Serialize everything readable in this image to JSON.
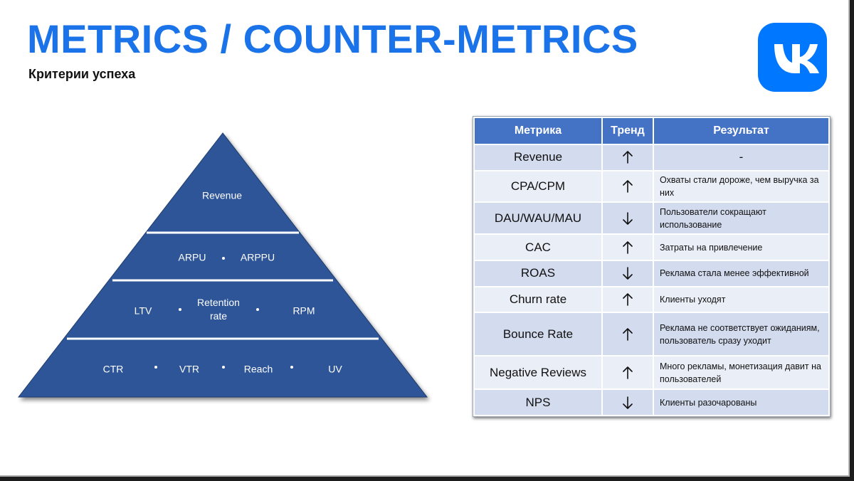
{
  "title": "METRICS / COUNTER-METRICS",
  "subtitle": "Критерии успеха",
  "logo": {
    "icon": "vk-logo-icon",
    "color": "#0077ff"
  },
  "pyramid": {
    "color": "#2f5597",
    "tiers": [
      {
        "items": [
          "Revenue"
        ]
      },
      {
        "items": [
          "ARPU",
          "ARPPU"
        ]
      },
      {
        "items": [
          "LTV",
          "Retention rate",
          "RPM"
        ]
      },
      {
        "items": [
          "CTR",
          "VTR",
          "Reach",
          "UV"
        ]
      }
    ]
  },
  "table": {
    "headers": [
      "Метрика",
      "Тренд",
      "Результат"
    ],
    "header_color": "#4472c4",
    "rows": [
      {
        "metric": "Revenue",
        "trend": "up",
        "result": "-"
      },
      {
        "metric": "CPA/CPM",
        "trend": "up",
        "result": "Охваты стали дороже, чем выручка за них"
      },
      {
        "metric": "DAU/WAU/MAU",
        "trend": "down",
        "result": "Пользователи сокращают использование"
      },
      {
        "metric": "CAC",
        "trend": "up",
        "result": "Затраты на привлечение"
      },
      {
        "metric": "ROAS",
        "trend": "down",
        "result": "Реклама стала менее эффективной"
      },
      {
        "metric": "Churn rate",
        "trend": "up",
        "result": "Клиенты уходят"
      },
      {
        "metric": "Bounce Rate",
        "trend": "up",
        "result": "Реклама не соответствует ожиданиям, пользователь сразу уходит"
      },
      {
        "metric": "Negative Reviews",
        "trend": "up",
        "result": "Много рекламы, монетизация давит на пользователей"
      },
      {
        "metric": "NPS",
        "trend": "down",
        "result": "Клиенты разочарованы"
      }
    ]
  }
}
